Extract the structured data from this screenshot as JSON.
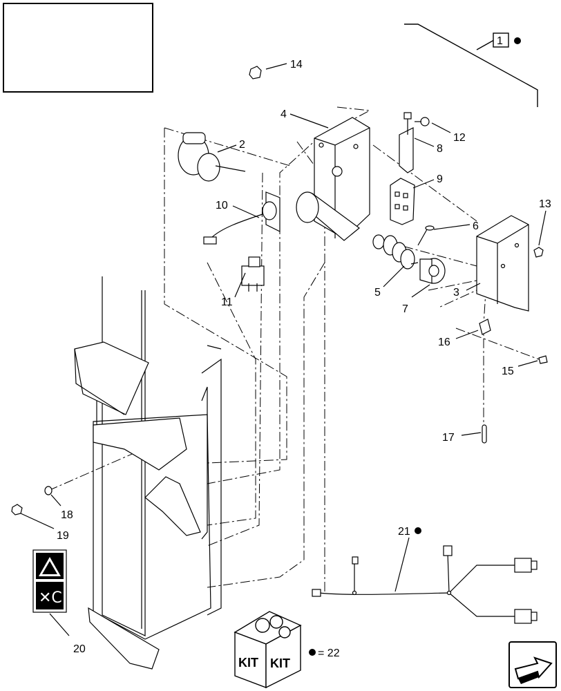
{
  "callouts": {
    "c1": "1",
    "c2": "2",
    "c3": "3",
    "c4": "4",
    "c5": "5",
    "c6": "6",
    "c7": "7",
    "c8": "8",
    "c9": "9",
    "c10": "10",
    "c11": "11",
    "c12": "12",
    "c13": "13",
    "c14": "14",
    "c15": "15",
    "c16": "16",
    "c17": "17",
    "c18": "18",
    "c19": "19",
    "c20": "20",
    "c21": "21",
    "c22": "= 22"
  },
  "kit": {
    "left": "KIT",
    "right": "KIT"
  },
  "icons": {
    "nav": "next-page-arrow-icon",
    "warning": "hand-entanglement-warning-icon"
  }
}
